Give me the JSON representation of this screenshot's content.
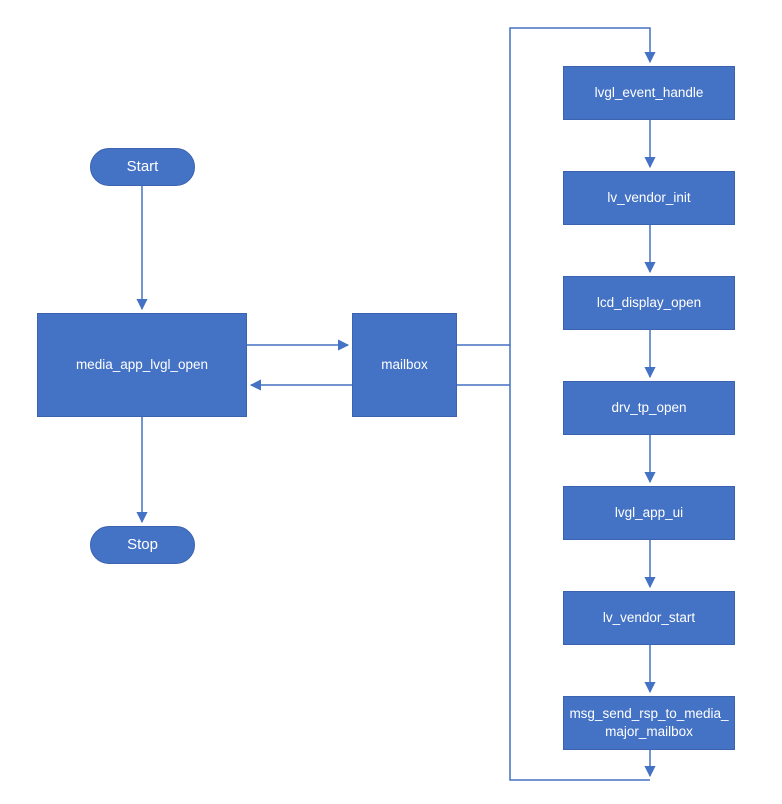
{
  "diagram": {
    "title": "",
    "colors": {
      "node_fill": "#4472C4",
      "node_border": "#3b63b0",
      "connector": "#4472C4",
      "text_color": "#ffffff"
    },
    "nodes": {
      "start": {
        "label": "Start",
        "shape": "stadium"
      },
      "media_app": {
        "label": "media_app_lvgl_open",
        "shape": "rect"
      },
      "stop": {
        "label": "Stop",
        "shape": "stadium"
      },
      "mailbox": {
        "label": "mailbox",
        "shape": "rect"
      },
      "steps": [
        {
          "label": "lvgl_event_handle"
        },
        {
          "label": "lv_vendor_init"
        },
        {
          "label": "lcd_display_open"
        },
        {
          "label": "drv_tp_open"
        },
        {
          "label": "lvgl_app_ui"
        },
        {
          "label": "lv_vendor_start"
        },
        {
          "label": "msg_send_rsp_to_media_major_mailbox"
        }
      ]
    },
    "edges": [
      "start -> media_app",
      "media_app -> stop",
      "media_app -> mailbox",
      "mailbox -> media_app",
      "mailbox -> lvgl_event_handle",
      "lvgl_event_handle -> lv_vendor_init",
      "lv_vendor_init -> lcd_display_open",
      "lcd_display_open -> drv_tp_open",
      "drv_tp_open -> lvgl_app_ui",
      "lvgl_app_ui -> lv_vendor_start",
      "lv_vendor_start -> msg_send_rsp_to_media_major_mailbox",
      "msg_send_rsp_to_media_major_mailbox -> mailbox"
    ]
  }
}
